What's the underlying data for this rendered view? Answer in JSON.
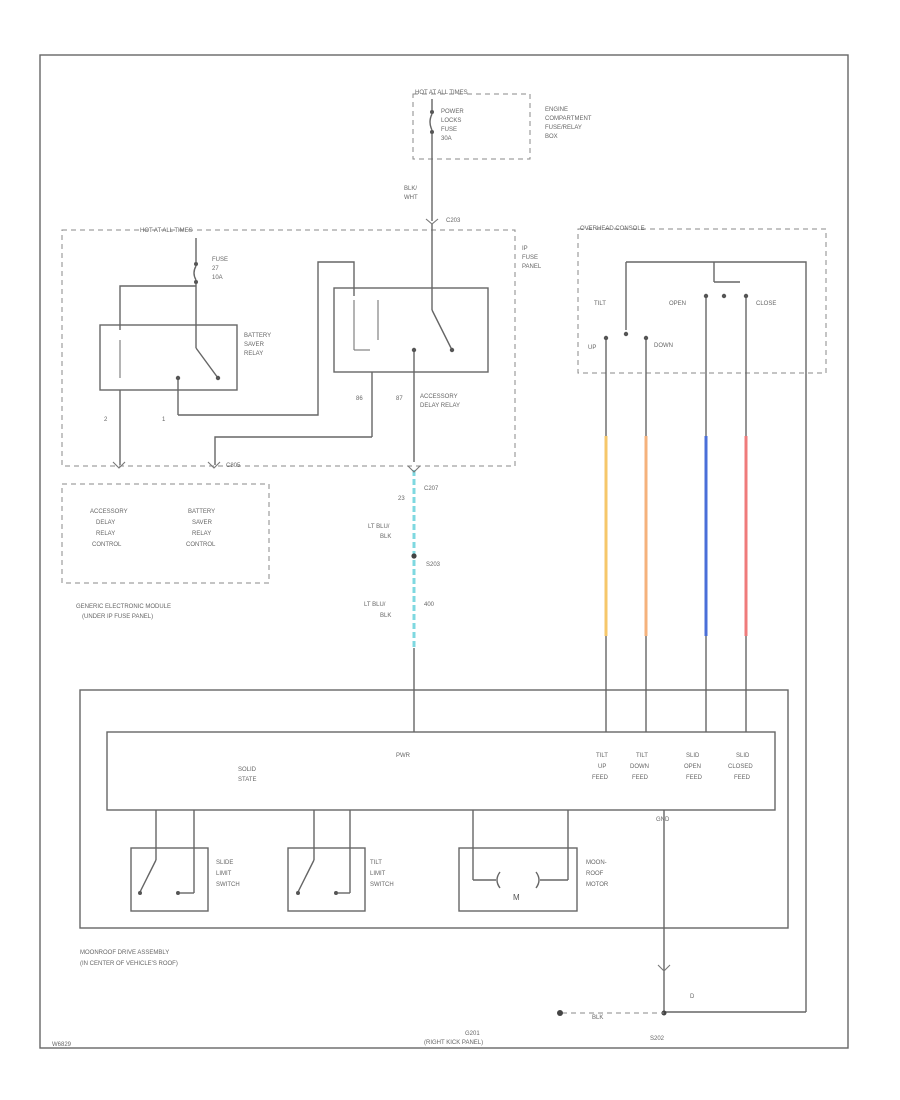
{
  "fuse_top": {
    "header": "HOT AT ALL TIMES",
    "fuse_text": [
      "POWER",
      "LOCKS",
      "FUSE",
      "30A"
    ],
    "location": [
      "ENGINE",
      "COMPARTMENT",
      "FUSE/RELAY",
      "BOX"
    ],
    "wire": [
      "BLK/",
      "WHT"
    ],
    "connector": "C203"
  },
  "ip_fuse_panel": {
    "header": "HOT AT ALL TIMES",
    "fuse_text": [
      "FUSE",
      "27",
      "10A"
    ],
    "label": [
      "IP",
      "FUSE",
      "PANEL"
    ],
    "battery_relay": [
      "BATTERY",
      "SAVER",
      "RELAY"
    ],
    "accessory_relay": [
      "ACCESSORY",
      "DELAY RELAY"
    ],
    "pin_86": "86",
    "pin_87": "87",
    "pin_2": "2",
    "pin_1": "1",
    "bottom_connector": "C805"
  },
  "generic_module": {
    "accessory": [
      "ACCESSORY",
      "DELAY",
      "RELAY",
      "CONTROL"
    ],
    "battery": [
      "BATTERY",
      "SAVER",
      "RELAY",
      "CONTROL"
    ],
    "caption": [
      "GENERIC ELECTRONIC MODULE",
      "(UNDER IP FUSE PANEL)"
    ]
  },
  "center_wire": {
    "connector": "C207",
    "pin": "23",
    "color1": [
      "LT BLU/",
      "BLK"
    ],
    "splice": "S203",
    "color2": [
      "LT BLU/",
      "BLK"
    ],
    "circuit": "400"
  },
  "overhead_console": {
    "label": "OVERHEAD CONSOLE",
    "tilt": "TILT",
    "open": "OPEN",
    "close": "CLOSE",
    "up": "UP",
    "down": "DOWN"
  },
  "drive_assembly": {
    "pwr": "PWR",
    "solid_state": [
      "SOLID",
      "STATE"
    ],
    "feeds": [
      [
        "TILT",
        "UP",
        "FEED"
      ],
      [
        "TILT",
        "DOWN",
        "FEED"
      ],
      [
        "SLID",
        "OPEN",
        "FEED"
      ],
      [
        "SLID",
        "CLOSED",
        "FEED"
      ]
    ],
    "gnd": "GND",
    "slide_switch": [
      "SLIDE",
      "LIMIT",
      "SWITCH"
    ],
    "tilt_switch": [
      "TILT",
      "LIMIT",
      "SWITCH"
    ],
    "motor": [
      "MOON-",
      "ROOF",
      "MOTOR"
    ],
    "motor_symbol": "M",
    "caption": [
      "MOONROOF DRIVE ASSEMBLY",
      "(IN CENTER OF VEHICLE'S ROOF)"
    ]
  },
  "ground": {
    "wire": "BLK",
    "pin": "D",
    "g201": [
      "G201",
      "(RIGHT KICK PANEL)"
    ],
    "s202": "S202"
  },
  "footer_id": "W6829",
  "colors": {
    "tilt_up_wire": "#f6c76a",
    "tilt_down_wire": "#f5b27c",
    "open_wire": "#4a6fd8",
    "close_wire": "#ef7b7b",
    "center_wire": "#7fd8e0",
    "line": "#666666"
  }
}
